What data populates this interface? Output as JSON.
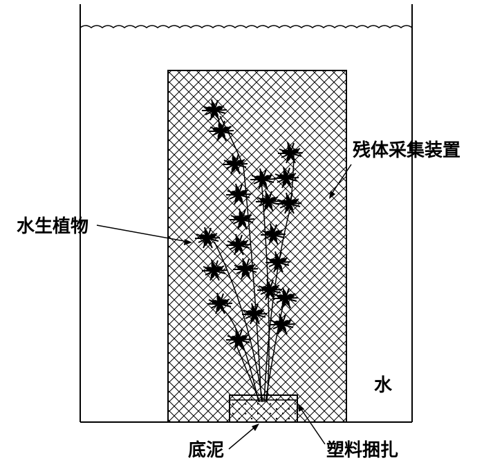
{
  "labels": {
    "collector": "残体采集装置",
    "plant": "水生植物",
    "water": "水",
    "sediment": "底泥",
    "binding": "塑料捆扎"
  },
  "colors": {
    "line": "#000000",
    "background": "#ffffff"
  }
}
